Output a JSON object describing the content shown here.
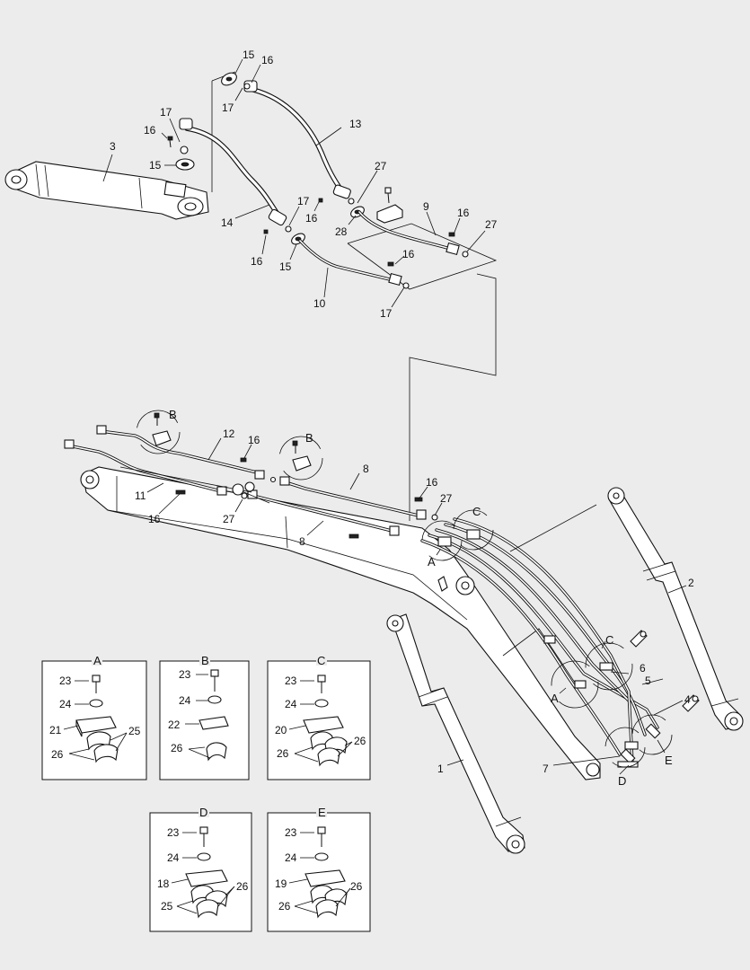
{
  "callouts": {
    "c1": "1",
    "c2": "2",
    "c3": "3",
    "c4": "4",
    "c5": "5",
    "c6": "6",
    "c7": "7",
    "c8a": "8",
    "c8b": "8",
    "c9": "9",
    "c10": "10",
    "c11": "11",
    "c12": "12",
    "c13": "13",
    "c14": "14",
    "c15a": "15",
    "c15b": "15",
    "c15c": "15",
    "c16a": "16",
    "c16b": "16",
    "c16c": "16",
    "c16d": "16",
    "c16e": "16",
    "c16f": "16",
    "c16g": "16",
    "c16h": "16",
    "c16i": "16",
    "c17a": "17",
    "c17b": "17",
    "c17c": "17",
    "c17d": "17",
    "c27a": "27",
    "c27b": "27",
    "c27c": "27",
    "c27d": "27",
    "c28": "28"
  },
  "refs": {
    "A1": "A",
    "A2": "A",
    "B1": "B",
    "B2": "B",
    "C1": "C",
    "C2": "C",
    "D1": "D",
    "E1": "E"
  },
  "details": {
    "A": {
      "title": "A",
      "screw": "23",
      "washer": "24",
      "clamp": "21",
      "halves_left": "26",
      "halves_right": "25"
    },
    "B": {
      "title": "B",
      "screw": "23",
      "washer": "24",
      "clamp": "22",
      "halves_left": "26"
    },
    "C": {
      "title": "C",
      "screw": "23",
      "washer": "24",
      "clamp": "20",
      "halves_left": "26",
      "halves_right": "26"
    },
    "D": {
      "title": "D",
      "screw": "23",
      "washer": "24",
      "clamp": "18",
      "halves_left": "25",
      "halves_right": "26"
    },
    "E": {
      "title": "E",
      "screw": "23",
      "washer": "24",
      "clamp": "19",
      "halves_left": "26",
      "halves_right": "26"
    }
  }
}
